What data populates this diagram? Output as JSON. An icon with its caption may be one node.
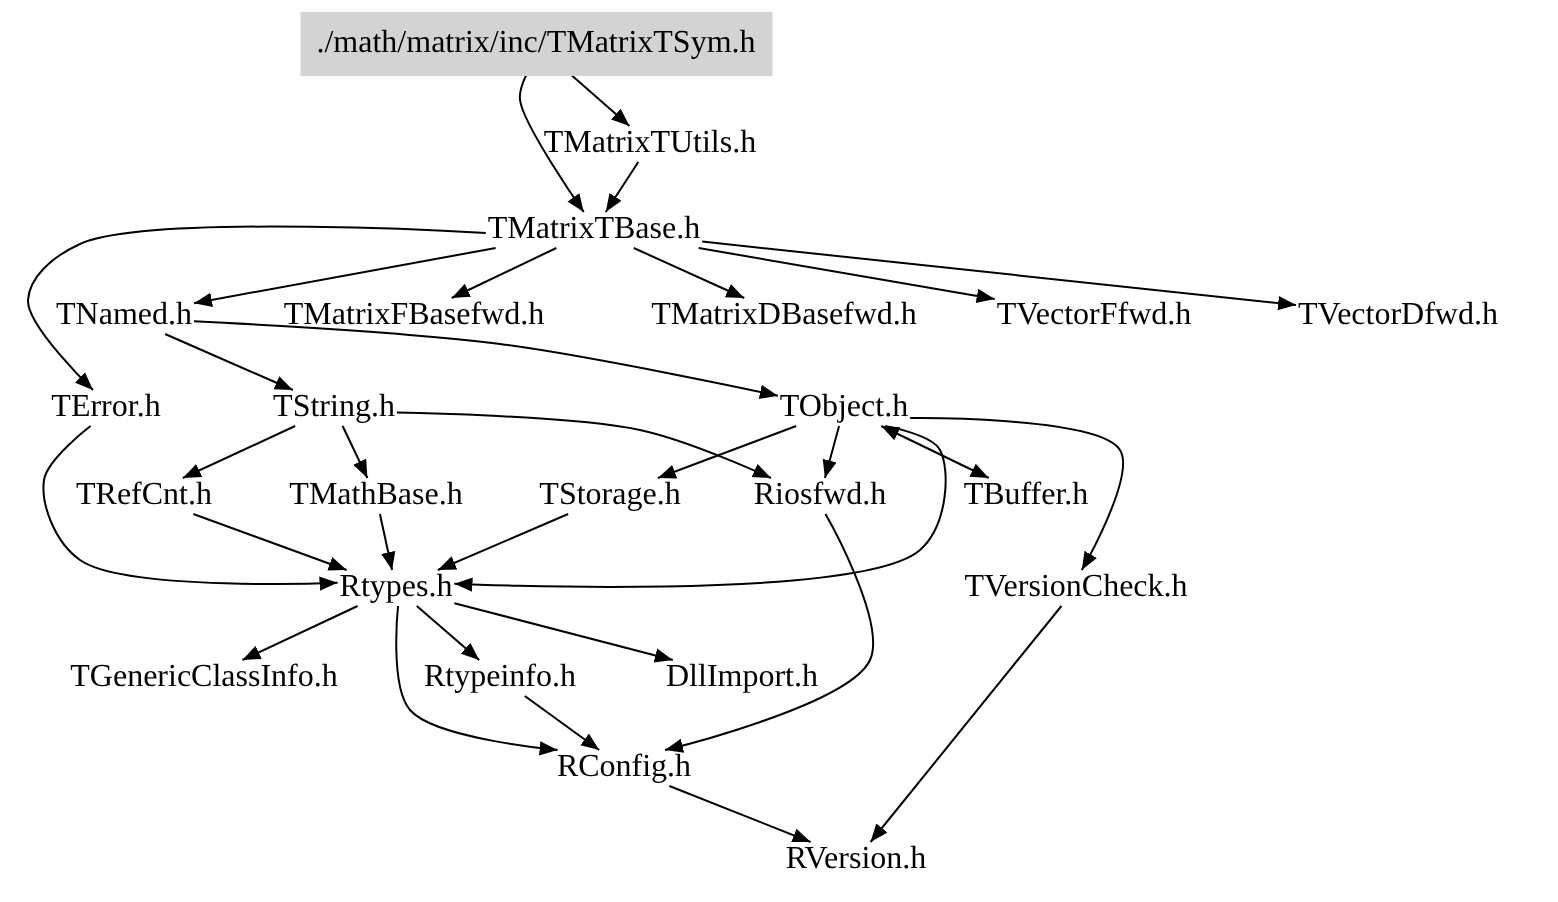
{
  "diagram": {
    "nodes": [
      {
        "text": [
          "./math/matrix/inc/TMatrixTSym.h"
        ]
      },
      {
        "text": [
          "TMatrixTUtils.h"
        ]
      },
      {
        "text": [
          "TMatrixTBase.h"
        ]
      },
      {
        "text": [
          "TNamed.h"
        ]
      },
      {
        "text": [
          "TMatrixFBasefwd.h"
        ]
      },
      {
        "text": [
          "TMatrixDBasefwd.h"
        ]
      },
      {
        "text": [
          "TVectorFfwd.h"
        ]
      },
      {
        "text": [
          "TVectorDfwd.h"
        ]
      },
      {
        "text": [
          "TError.h"
        ]
      },
      {
        "text": [
          "TString.h"
        ]
      },
      {
        "text": [
          "TObject.h"
        ]
      },
      {
        "text": [
          "TRefCnt.h"
        ]
      },
      {
        "text": [
          "TMathBase.h"
        ]
      },
      {
        "text": [
          "TStorage.h"
        ]
      },
      {
        "text": [
          "Riosfwd.h"
        ]
      },
      {
        "text": [
          "TBuffer.h"
        ]
      },
      {
        "text": [
          "Rtypes.h"
        ]
      },
      {
        "text": [
          "TVersionCheck.h"
        ]
      },
      {
        "text": [
          "TGenericClassInfo.h"
        ]
      },
      {
        "text": [
          "Rtypeinfo.h"
        ]
      },
      {
        "text": [
          "DllImport.h"
        ]
      },
      {
        "text": [
          "RConfig.h"
        ]
      },
      {
        "text": [
          "RVersion.h"
        ]
      }
    ],
    "edges": [
      {
        "from": 0,
        "to": 1,
        "arrow": "to"
      },
      {
        "from": 0,
        "to": 2,
        "arrow": "to"
      },
      {
        "from": 1,
        "to": 2,
        "arrow": "to"
      },
      {
        "from": 2,
        "to": 3,
        "arrow": "to"
      },
      {
        "from": 2,
        "to": 4,
        "arrow": "to"
      },
      {
        "from": 2,
        "to": 5,
        "arrow": "to"
      },
      {
        "from": 2,
        "to": 6,
        "arrow": "to"
      },
      {
        "from": 2,
        "to": 7,
        "arrow": "to"
      },
      {
        "from": 2,
        "to": 8,
        "arrow": "to"
      },
      {
        "from": 3,
        "to": 9,
        "arrow": "to"
      },
      {
        "from": 3,
        "to": 10,
        "arrow": "to"
      },
      {
        "from": 9,
        "to": 11,
        "arrow": "to"
      },
      {
        "from": 9,
        "to": 12,
        "arrow": "to"
      },
      {
        "from": 9,
        "to": 14,
        "arrow": "to"
      },
      {
        "from": 10,
        "to": 13,
        "arrow": "to"
      },
      {
        "from": 10,
        "to": 14,
        "arrow": "to"
      },
      {
        "from": 10,
        "to": 15,
        "arrow": "both"
      },
      {
        "from": 10,
        "to": 16,
        "arrow": "to"
      },
      {
        "from": 10,
        "to": 17,
        "arrow": "to"
      },
      {
        "from": 8,
        "to": 16,
        "arrow": "to"
      },
      {
        "from": 11,
        "to": 16,
        "arrow": "to"
      },
      {
        "from": 12,
        "to": 16,
        "arrow": "to"
      },
      {
        "from": 13,
        "to": 16,
        "arrow": "to"
      },
      {
        "from": 14,
        "to": 21,
        "arrow": "to"
      },
      {
        "from": 16,
        "to": 18,
        "arrow": "to"
      },
      {
        "from": 16,
        "to": 19,
        "arrow": "to"
      },
      {
        "from": 16,
        "to": 20,
        "arrow": "to"
      },
      {
        "from": 16,
        "to": 21,
        "arrow": "to"
      },
      {
        "from": 19,
        "to": 21,
        "arrow": "to"
      },
      {
        "from": 21,
        "to": 22,
        "arrow": "to"
      },
      {
        "from": 17,
        "to": 22,
        "arrow": "to"
      }
    ]
  }
}
